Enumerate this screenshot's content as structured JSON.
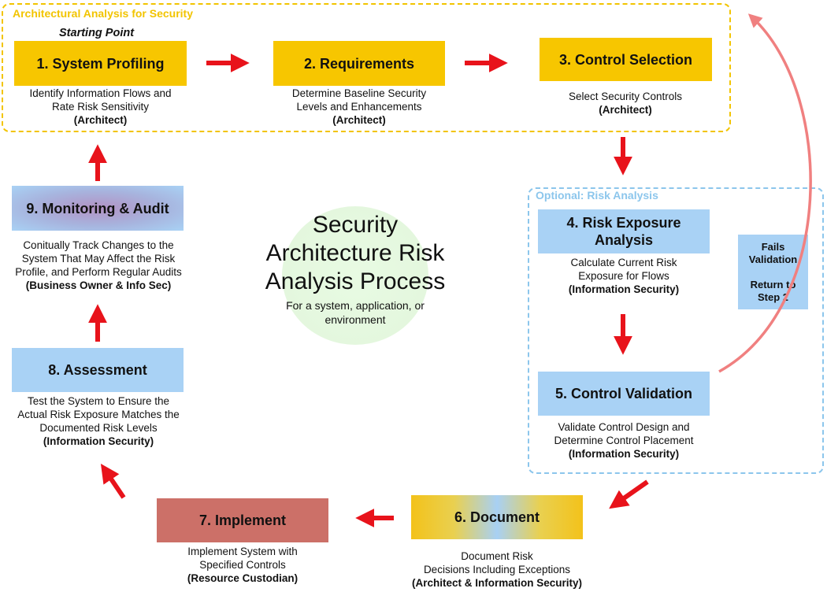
{
  "regions": {
    "architectural": "Architectural Analysis for Security",
    "optional": "Optional: Risk Analysis"
  },
  "starting_point": "Starting Point",
  "center": {
    "title_lines": [
      "Security",
      "Architecture Risk",
      "Analysis Process"
    ],
    "subtitle_lines": [
      "For a system, application, or",
      "environment"
    ]
  },
  "steps": [
    {
      "label": "1. System Profiling",
      "desc": [
        "Identify Information Flows and",
        "Rate Risk Sensitivity"
      ],
      "owner": "(Architect)"
    },
    {
      "label": "2. Requirements",
      "desc": [
        "Determine Baseline Security",
        "Levels and Enhancements"
      ],
      "owner": "(Architect)"
    },
    {
      "label": "3. Control Selection",
      "desc": [
        "Select Security Controls"
      ],
      "owner": "(Architect)"
    },
    {
      "label_lines": [
        "4. Risk Exposure",
        "Analysis"
      ],
      "desc": [
        "Calculate Current Risk",
        "Exposure for Flows"
      ],
      "owner": "(Information Security)"
    },
    {
      "label": "5. Control Validation",
      "desc": [
        "Validate Control Design and",
        "Determine Control Placement"
      ],
      "owner": "(Information Security)"
    },
    {
      "label": "6. Document",
      "desc": [
        "Document Risk",
        "Decisions Including Exceptions"
      ],
      "owner": "(Architect & Information Security)"
    },
    {
      "label": "7. Implement",
      "desc": [
        "Implement System with",
        "Specified Controls"
      ],
      "owner": "(Resource Custodian)"
    },
    {
      "label": "8. Assessment",
      "desc": [
        "Test the System to Ensure the",
        "Actual Risk Exposure Matches the",
        "Documented Risk Levels"
      ],
      "owner": "(Information Security)"
    },
    {
      "label": "9. Monitoring & Audit",
      "desc": [
        "Conitually Track Changes to the",
        "System That May Affect the Risk",
        "Profile, and Perform Regular Audits"
      ],
      "owner": "(Business Owner & Info Sec)"
    }
  ],
  "fails_box": {
    "line1": "Fails",
    "line2": "Validation",
    "line3": "Return to",
    "line4": "Step 2"
  },
  "colors": {
    "yellow": "#f7c600",
    "blue": "#a9d2f5",
    "implement": "#cc7068",
    "arrow": "#e8131b",
    "return_arc": "#f08080",
    "arch_border": "#f2c400",
    "opt_border": "#8cc6ec"
  }
}
